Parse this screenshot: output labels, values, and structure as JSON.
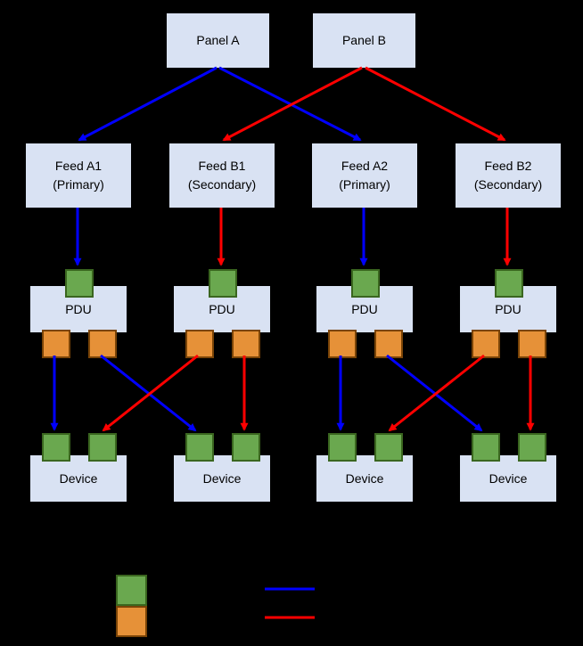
{
  "diagram": {
    "background": "#000000",
    "node_fill": "#d9e2f3",
    "node_text_color": "#000000",
    "colors": {
      "primary_feed": "#0000ff",
      "secondary_feed": "#ff0000",
      "power_input": "#6aa84f",
      "power_output": "#e69138"
    },
    "panels": [
      {
        "label": "Panel A"
      },
      {
        "label": "Panel B"
      }
    ],
    "feeds": [
      {
        "name": "Feed A1",
        "role": "(Primary)"
      },
      {
        "name": "Feed B1",
        "role": "(Secondary)"
      },
      {
        "name": "Feed A2",
        "role": "(Primary)"
      },
      {
        "name": "Feed B2",
        "role": "(Secondary)"
      }
    ],
    "pdus": [
      {
        "label": "PDU"
      },
      {
        "label": "PDU"
      },
      {
        "label": "PDU"
      },
      {
        "label": "PDU"
      }
    ],
    "devices": [
      {
        "label": "Device"
      },
      {
        "label": "Device"
      },
      {
        "label": "Device"
      },
      {
        "label": "Device"
      }
    ],
    "edges": [
      {
        "from": "Panel A",
        "to": "Feed A1",
        "type": "primary",
        "color": "#0000ff"
      },
      {
        "from": "Panel A",
        "to": "Feed A2",
        "type": "primary",
        "color": "#0000ff"
      },
      {
        "from": "Panel B",
        "to": "Feed B1",
        "type": "secondary",
        "color": "#ff0000"
      },
      {
        "from": "Panel B",
        "to": "Feed B2",
        "type": "secondary",
        "color": "#ff0000"
      },
      {
        "from": "Feed A1",
        "to": "PDU 1",
        "type": "primary",
        "color": "#0000ff"
      },
      {
        "from": "Feed B1",
        "to": "PDU 2",
        "type": "secondary",
        "color": "#ff0000"
      },
      {
        "from": "Feed A2",
        "to": "PDU 3",
        "type": "primary",
        "color": "#0000ff"
      },
      {
        "from": "Feed B2",
        "to": "PDU 4",
        "type": "secondary",
        "color": "#ff0000"
      },
      {
        "from": "PDU 1",
        "to": "Device 1",
        "type": "primary",
        "color": "#0000ff"
      },
      {
        "from": "PDU 1",
        "to": "Device 2",
        "type": "primary",
        "color": "#0000ff"
      },
      {
        "from": "PDU 2",
        "to": "Device 1",
        "type": "secondary",
        "color": "#ff0000"
      },
      {
        "from": "PDU 2",
        "to": "Device 2",
        "type": "secondary",
        "color": "#ff0000"
      },
      {
        "from": "PDU 3",
        "to": "Device 3",
        "type": "primary",
        "color": "#0000ff"
      },
      {
        "from": "PDU 3",
        "to": "Device 4",
        "type": "primary",
        "color": "#0000ff"
      },
      {
        "from": "PDU 4",
        "to": "Device 3",
        "type": "secondary",
        "color": "#ff0000"
      },
      {
        "from": "PDU 4",
        "to": "Device 4",
        "type": "secondary",
        "color": "#ff0000"
      }
    ],
    "legend": {
      "power_in_color": "#6aa84f",
      "power_out_color": "#e69138",
      "primary_line_color": "#0000ff",
      "secondary_line_color": "#ff0000"
    }
  }
}
